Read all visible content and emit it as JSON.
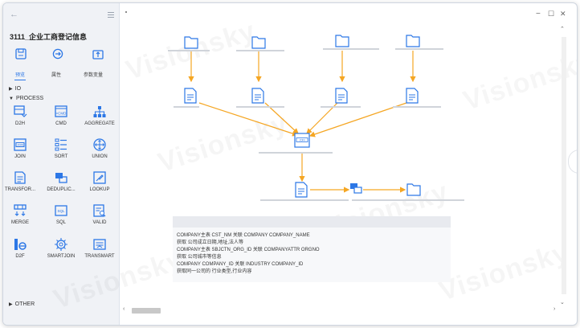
{
  "window": {
    "title": "3111_企业工商登记信息",
    "back_symbol": "←",
    "minimize": "−",
    "maximize": "☐",
    "close": "✕"
  },
  "sidebar": {
    "tabs": [
      "预览",
      "属性",
      "参数变量"
    ],
    "active_tab": 0,
    "groups": {
      "io": "IO",
      "process": "PROCESS",
      "other": "OTHER"
    },
    "tools": [
      {
        "label": "D2H",
        "icon": "d2h-icon"
      },
      {
        "label": "CMD",
        "icon": "cmd-icon"
      },
      {
        "label": "AGGREGATE",
        "icon": "aggregate-icon"
      },
      {
        "label": "JOIN",
        "icon": "join-icon"
      },
      {
        "label": "SORT",
        "icon": "sort-icon"
      },
      {
        "label": "UNION",
        "icon": "union-icon"
      },
      {
        "label": "TRANSFOR...",
        "icon": "transform-icon"
      },
      {
        "label": "DEDUPLIC...",
        "icon": "dedup-icon"
      },
      {
        "label": "LOOKUP",
        "icon": "lookup-icon"
      },
      {
        "label": "MERGE",
        "icon": "merge-icon"
      },
      {
        "label": "SQL",
        "icon": "sql-icon"
      },
      {
        "label": "VALID",
        "icon": "valid-icon"
      },
      {
        "label": "D2F",
        "icon": "d2f-icon"
      },
      {
        "label": "SMARTJOIN",
        "icon": "smartjoin-icon"
      },
      {
        "label": "TRANSMART",
        "icon": "transmart-icon"
      }
    ]
  },
  "info": {
    "lines": [
      "COMPANY主表 CST_NM 关联 COMPANY COMPANY_NAME",
      "获取 公司成立日期,地址,法人等",
      "COMPANY主表 SBJCTN_ORG_ID 关联 COMPANYATTR ORGNO",
      "获取 公司城市等信息",
      "COMPANY COMPANY_ID 关联 INDUSTRY COMPANY_ID",
      "获取同一公司的 行业类型,行业内容"
    ]
  },
  "watermark": "Visionsky",
  "colors": {
    "accent": "#2c77e6",
    "flow_arrow": "#f5a623",
    "node_icon": "#2c77e6"
  }
}
